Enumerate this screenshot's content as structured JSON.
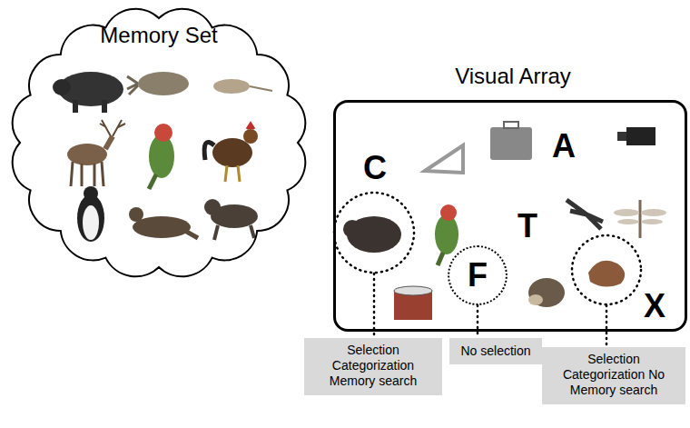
{
  "diagram": {
    "nodes": [
      {
        "text": [
          "Memory Set"
        ]
      },
      {
        "text": [
          "Visual Array",
          "C",
          "A",
          "T",
          "X"
        ]
      },
      {
        "text": [
          "F"
        ],
        "in": 1
      },
      {
        "text": [
          "Selection Categorization Memory search"
        ]
      },
      {
        "text": [
          "No selection"
        ]
      },
      {
        "text": [
          "Selection Categorization No Memory search"
        ]
      }
    ],
    "edges": [
      {
        "from": 2,
        "to": 4,
        "arrow": "none"
      }
    ]
  }
}
